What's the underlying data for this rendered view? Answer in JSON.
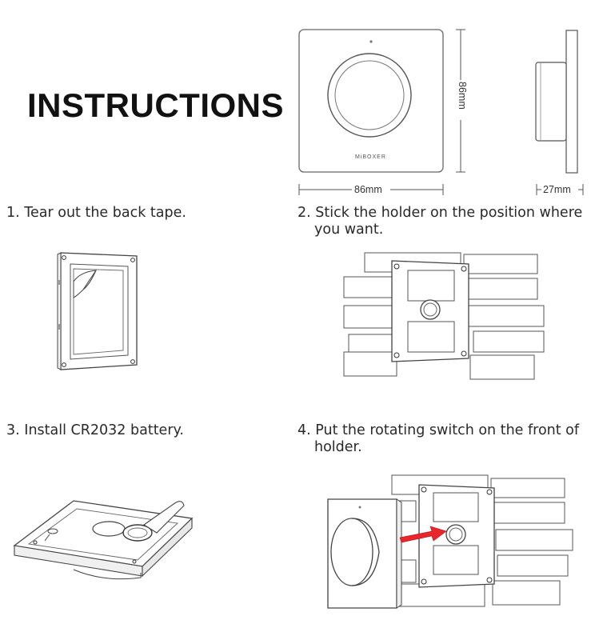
{
  "title": "INSTRUCTIONS",
  "dimensions": {
    "width": "86mm",
    "height": "86mm",
    "depth": "27mm",
    "brand_logo": "MiBOXER"
  },
  "steps": [
    {
      "number": "1.",
      "line1": "Tear out the back tape.",
      "line2": ""
    },
    {
      "number": "2.",
      "line1": "Stick the holder on the position where",
      "line2": "you want."
    },
    {
      "number": "3.",
      "line1": "Install CR2032 battery.",
      "line2": ""
    },
    {
      "number": "4.",
      "line1": "Put the rotating switch on the front of",
      "line2": "holder."
    }
  ],
  "colors": {
    "arrow": "#e8262b",
    "line": "#555555"
  }
}
